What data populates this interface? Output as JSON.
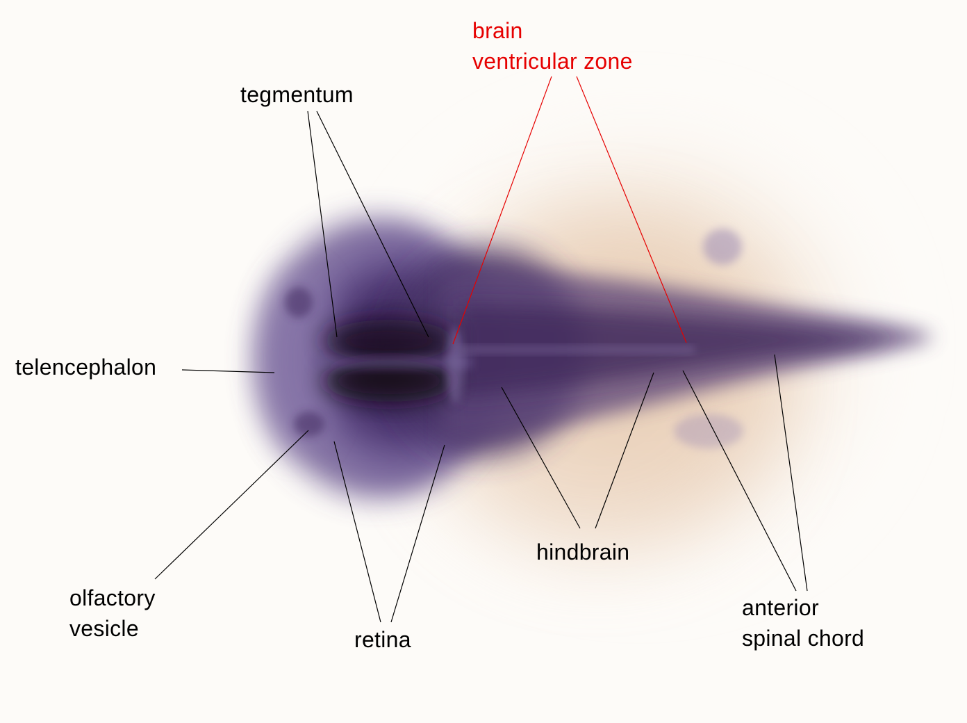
{
  "labels": {
    "brain_ventricular_zone": {
      "line1": "brain",
      "line2": "ventricular zone",
      "color": "#e60000"
    },
    "tegmentum": {
      "text": "tegmentum"
    },
    "telencephalon": {
      "text": "telencephalon"
    },
    "hindbrain": {
      "text": "hindbrain"
    },
    "olfactory_vesicle": {
      "line1": "olfactory",
      "line2": "vesicle"
    },
    "retina": {
      "text": "retina"
    },
    "anterior_spinal_chord": {
      "line1": "anterior",
      "line2": "spinal chord"
    }
  },
  "colors": {
    "background": "#fdfbf8",
    "stain": "#3a2458",
    "halo": "#e8cdb4",
    "leader_line": "#000000",
    "highlight_line": "#e60000"
  }
}
